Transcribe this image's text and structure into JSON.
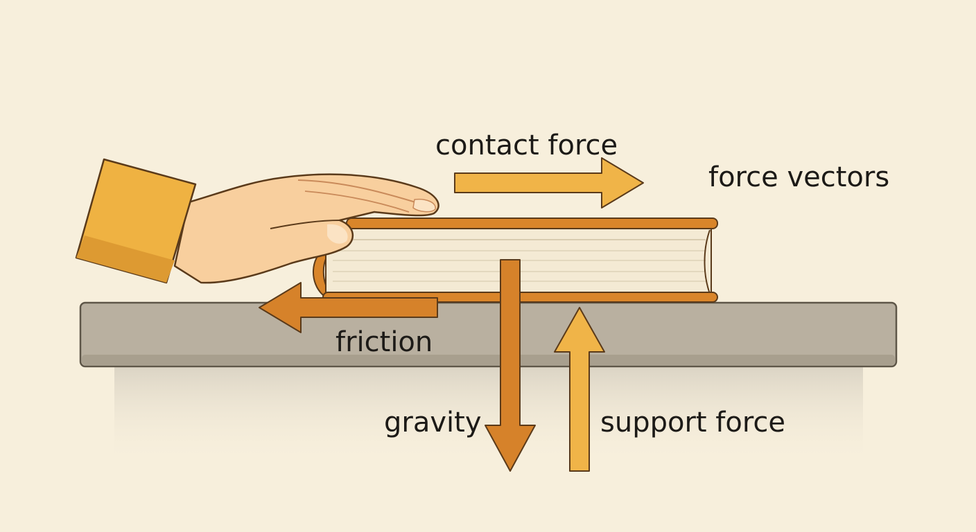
{
  "labels": {
    "contact_force": "contact force",
    "force_vectors": "force vectors",
    "friction": "friction",
    "gravity": "gravity",
    "support_force": "support force"
  },
  "colors": {
    "background": "#f7efdc",
    "table_top": "#b9b0a0",
    "table_edge": "#5e5648",
    "book_cover": "#d9852a",
    "book_pages": "#f4ead4",
    "arrow_light": "#f0b448",
    "arrow_dark": "#d6822a",
    "sleeve": "#efb242",
    "skin": "#f8cf9e",
    "outline": "#5a3a1a"
  }
}
